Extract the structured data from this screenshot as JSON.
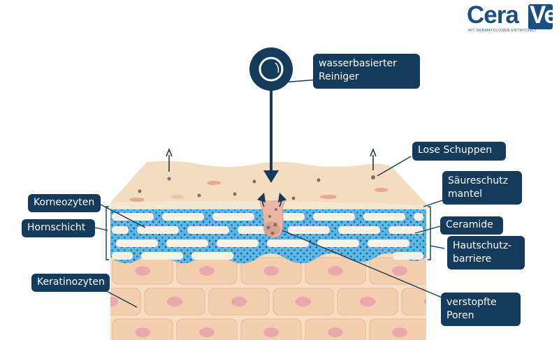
{
  "brand": {
    "logo_text": "CeraVe",
    "logo_text_main": "Cera",
    "logo_text_box": "Ve",
    "tagline": "MIT DERMATOLOGEN ENTWICKELT",
    "color": "#1a4f86"
  },
  "labels": {
    "cleanser": [
      "wasserbasierter",
      "Reiniger"
    ],
    "loose_flakes": "Lose Schuppen",
    "acid_mantle": [
      "Säureschutz",
      "mantel"
    ],
    "corneocytes": "Korneozyten",
    "stratum_corneum": "Hornschicht",
    "ceramides": "Ceramide",
    "skin_barrier": [
      "Hautschutz-",
      "barriere"
    ],
    "keratinocytes": "Keratinozyten",
    "clogged_pores": [
      "verstopfte",
      "Poren"
    ]
  },
  "colors": {
    "label_bg": "#143a5c",
    "label_text": "#ffffff",
    "lipid_blue": "#5bb8e6",
    "dot_blue": "#1f5f96",
    "skin_top": "#f3dcbf",
    "skin_cells": "#f4cfae",
    "nucleus": "#e9a8ae",
    "arrow": "#143a5c"
  }
}
